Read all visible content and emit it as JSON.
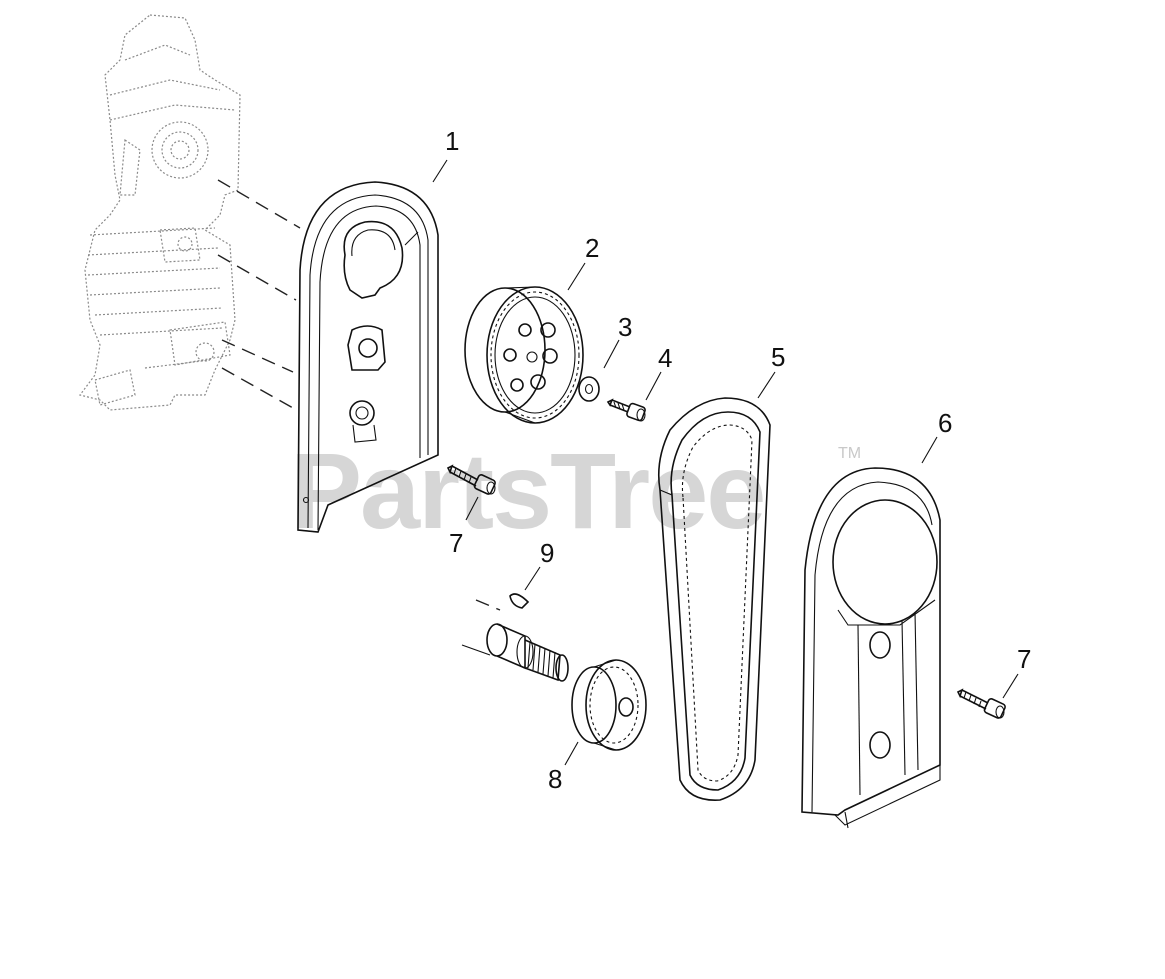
{
  "watermark": {
    "text": "PartsTree",
    "trademark": "TM"
  },
  "callouts": [
    {
      "id": "c1",
      "label": "1"
    },
    {
      "id": "c2",
      "label": "2"
    },
    {
      "id": "c3",
      "label": "3"
    },
    {
      "id": "c4",
      "label": "4"
    },
    {
      "id": "c5",
      "label": "5"
    },
    {
      "id": "c6",
      "label": "6"
    },
    {
      "id": "c7a",
      "label": "7"
    },
    {
      "id": "c7b",
      "label": "7"
    },
    {
      "id": "c8",
      "label": "8"
    },
    {
      "id": "c9",
      "label": "9"
    }
  ]
}
